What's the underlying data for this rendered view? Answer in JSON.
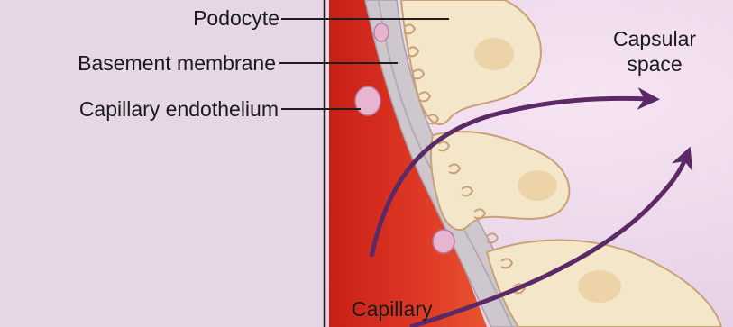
{
  "diagram": {
    "labels": {
      "podocyte": "Podocyte",
      "basement_membrane": "Basement membrane",
      "capillary_endothelium": "Capillary endothelium",
      "capsular_space_line1": "Capsular",
      "capsular_space_line2": "space",
      "capillary": "Capillary"
    },
    "colors": {
      "background": "#ead9ea",
      "capillary_blood": "#d8281e",
      "basement_membrane": "#c9c2c8",
      "podocyte": "#f3e4c6",
      "podocyte_outline": "#c9a57a",
      "endothelium": "#e3b3d0",
      "arrow": "#5b2a66"
    }
  }
}
